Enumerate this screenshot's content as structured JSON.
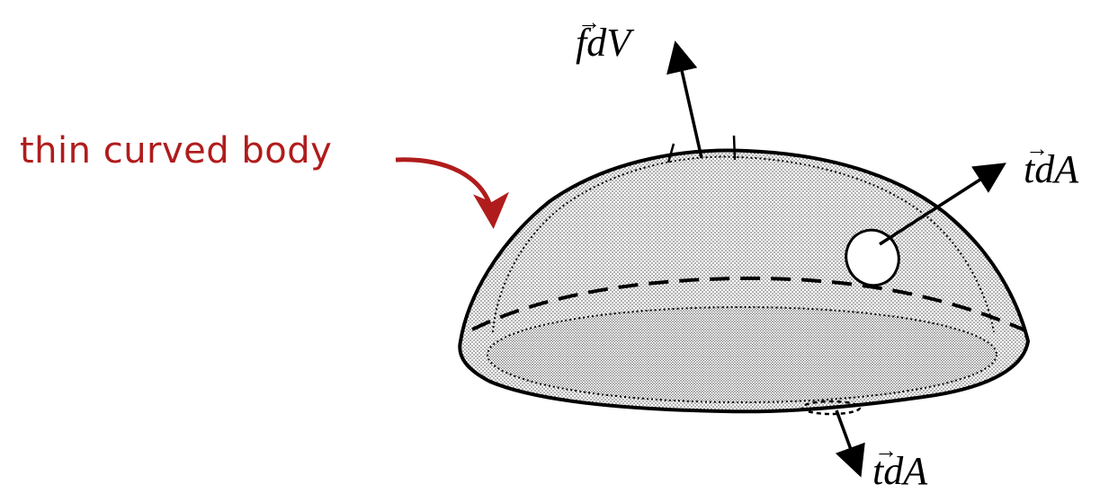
{
  "caption": {
    "text": "thin curved body",
    "color": "#b01c1c"
  },
  "labels": {
    "body_force": {
      "symbol": "f",
      "rest": "dV"
    },
    "traction_surface": {
      "symbol": "t",
      "rest": "dA"
    },
    "traction_edge": {
      "symbol": "t",
      "rest": "dA"
    }
  },
  "vector_symbol": "⃗"
}
